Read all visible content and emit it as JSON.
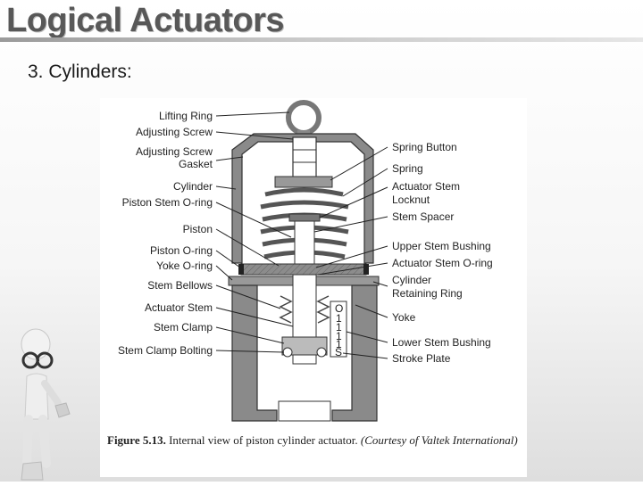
{
  "slide": {
    "title": "Logical Actuators",
    "subtitle": "3. Cylinders:"
  },
  "figure": {
    "labels_left": [
      "Lifting Ring",
      "Adjusting Screw",
      "Adjusting Screw",
      "Gasket",
      "Cylinder",
      "Piston Stem O-ring",
      "Piston",
      "Piston O-ring",
      "Yoke O-ring",
      "Stem Bellows",
      "Actuator Stem",
      "Stem Clamp",
      "Stem Clamp Bolting"
    ],
    "labels_right": [
      "Spring Button",
      "Spring",
      "Actuator Stem",
      "Locknut",
      "Stem Spacer",
      "Upper Stem Bushing",
      "Actuator Stem O-ring",
      "Cylinder",
      "Retaining Ring",
      "Yoke",
      "Lower Stem Bushing",
      "Stroke Plate"
    ],
    "stroke_plate_marks": [
      "O",
      "1",
      "1",
      "1",
      "1",
      "S"
    ],
    "caption_label": "Figure 5.13.",
    "caption_text": "Internal view of piston cylinder actuator.",
    "caption_courtesy": "(Courtesy of Valtek International)"
  },
  "colors": {
    "title": "#585858",
    "metal": "#888888",
    "metal_dark": "#555555",
    "line": "#222222"
  }
}
